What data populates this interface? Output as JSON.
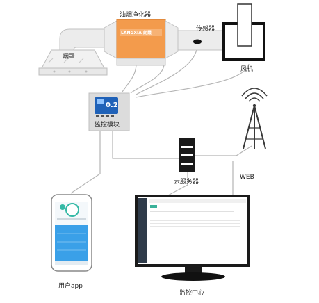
{
  "labels": {
    "purifier": "油烟净化器",
    "purifier_brand": "LANGXIA 朗霞",
    "sensor": "传感器",
    "hood": "烟罩",
    "fan": "风机",
    "monitor_module": "监控模块",
    "monitor_value": "0.2",
    "cloud_server": "云服务器",
    "web": "WEB",
    "user_app": "用户app",
    "monitor_center": "监控中心"
  },
  "colors": {
    "purifier_body": "#f29a4a",
    "duct": "#e6e6e6",
    "line": "#b3b3b3",
    "app_blue": "#3aa0e8",
    "app_accent": "#35b9a6",
    "screen_panel": "#1f3c68",
    "tower": "#3a3a3a"
  },
  "icons": {
    "tower": "signal-tower-icon",
    "server": "server-rack-icon",
    "fan": "fan-box-icon",
    "phone": "smartphone-icon",
    "monitor": "desktop-monitor-icon",
    "sensor": "sensor-icon"
  }
}
